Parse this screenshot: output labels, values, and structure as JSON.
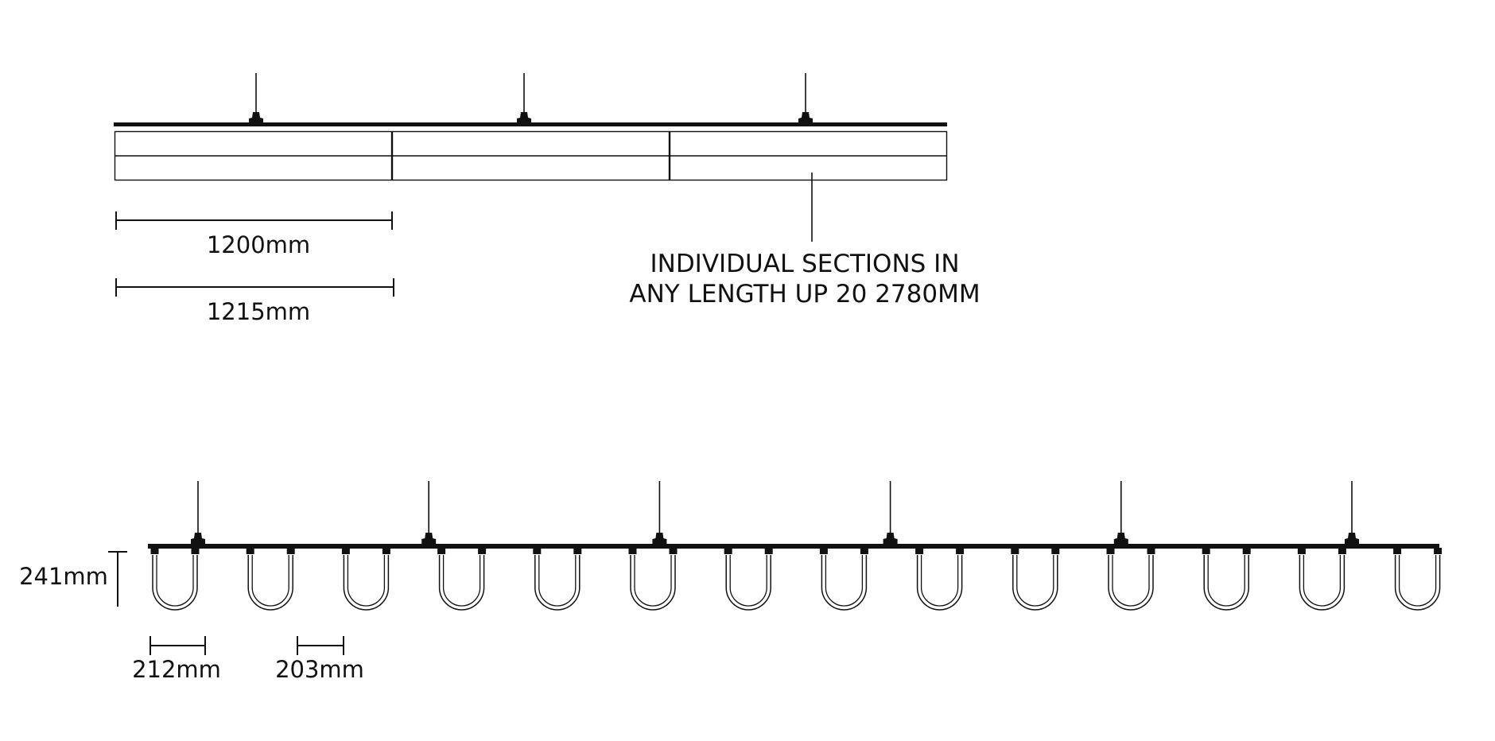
{
  "top_view": {
    "section_count": 3,
    "dimensions": {
      "section_length": "1200mm",
      "section_pitch": "1215mm"
    },
    "callout": {
      "line1": "INDIVIDUAL SECTIONS IN",
      "line2": "ANY LENGTH UP 20 2780MM"
    }
  },
  "bottom_view": {
    "loop_count": 14,
    "suspension_count": 6,
    "dimensions": {
      "loop_height": "241mm",
      "loop_width": "212mm",
      "loop_gap": "203mm"
    }
  },
  "colors": {
    "line": "#111111",
    "background": "#ffffff"
  }
}
